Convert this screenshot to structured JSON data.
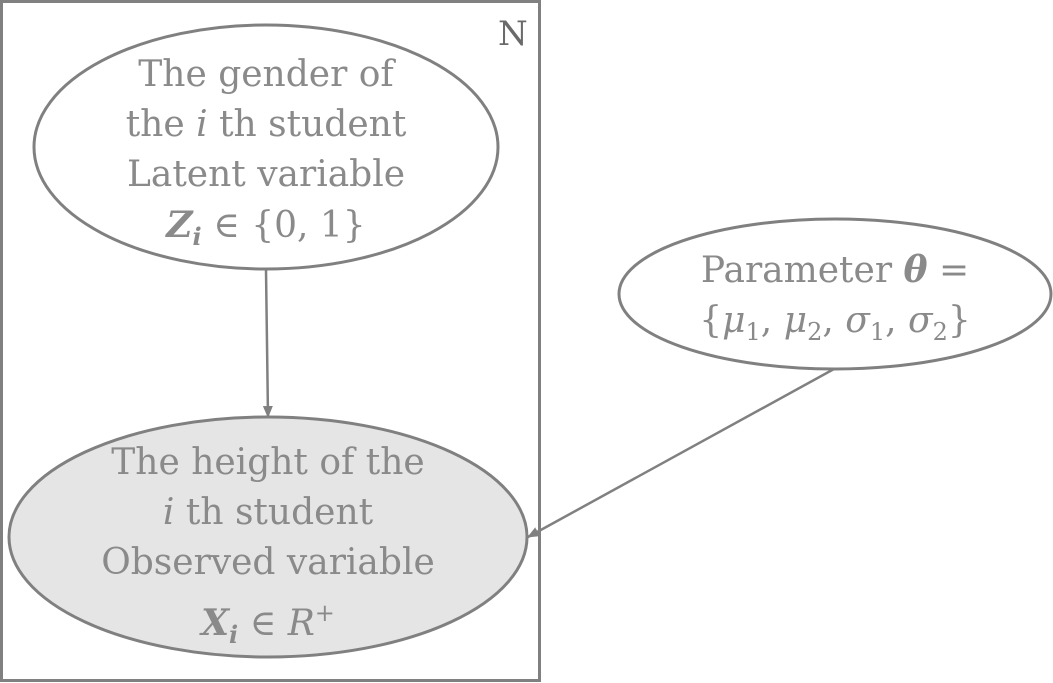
{
  "plate": {
    "label": "N"
  },
  "latent_node": {
    "line1": "The gender of",
    "line2_var": "i",
    "line2_rest": " th student",
    "line3": "Latent variable",
    "math_symbol": "Z",
    "math_subscript": "i",
    "math_rest": " ∈ {0, 1}"
  },
  "observed_node": {
    "line1": "The height of the",
    "line2_var": "i",
    "line2_rest": " th student",
    "line3": "Observed variable",
    "math_symbol": "X",
    "math_subscript": "i",
    "math_rest_prefix": " ∈ ",
    "math_set": "R",
    "math_superscript": "+"
  },
  "parameter_node": {
    "line1_text": "Parameter ",
    "line1_symbol": "θ",
    "line1_equals": " =",
    "open_brace": "{",
    "p1": "μ",
    "p1_sub": "1",
    "sep1": ", ",
    "p2": "μ",
    "p2_sub": "2",
    "sep2": ", ",
    "p3": "σ",
    "p3_sub": "1",
    "sep3": ", ",
    "p4": "σ",
    "p4_sub": "2",
    "close_brace": "}"
  },
  "colors": {
    "stroke": "#808080",
    "observed_fill": "#e6e5e6",
    "text": "#8a8a8a"
  }
}
